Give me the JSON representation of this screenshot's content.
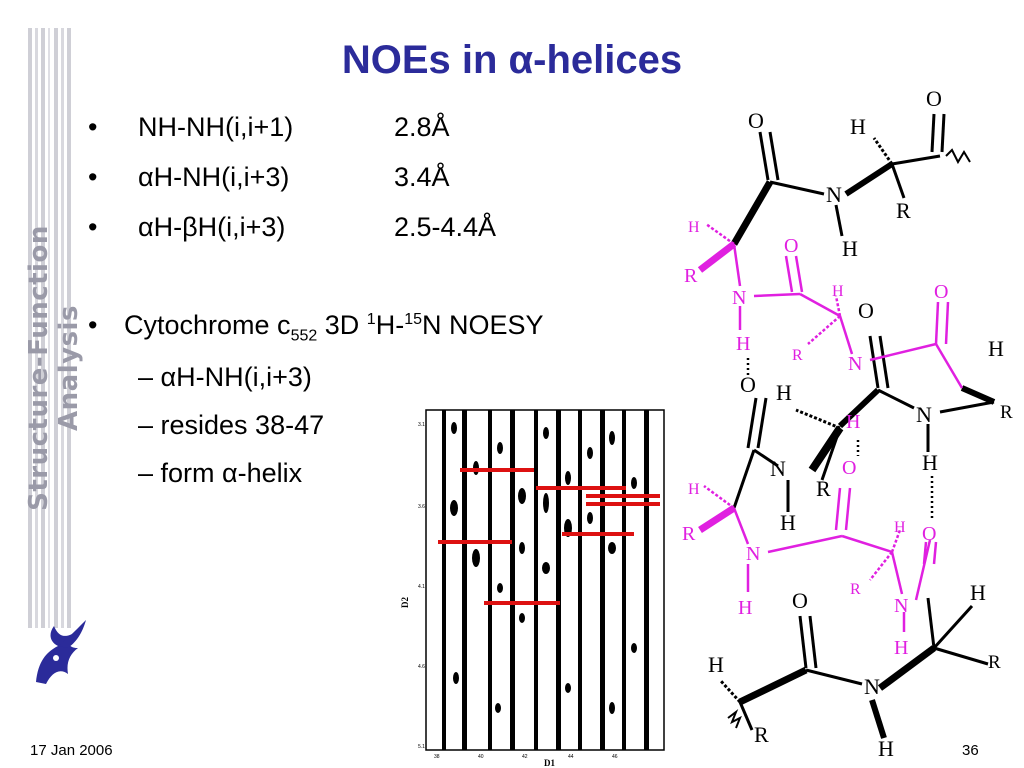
{
  "slide": {
    "side_title": "Structure-Function Analysis",
    "title": "NOEs in α-helices",
    "date": "17 Jan 2006",
    "page_number": "36"
  },
  "bullets": [
    {
      "label": "NH-NH(i,i+1)",
      "value": "2.8Å"
    },
    {
      "label": "αH-NH(i,i+3)",
      "value": "3.4Å"
    },
    {
      "label": "αH-βH(i,i+3)",
      "value": "2.5-4.4Å"
    }
  ],
  "cytochrome": {
    "prefix": "Cytochrome c",
    "subscript": "552",
    "mid": " 3D ",
    "sup1": "1",
    "mid2": "H-",
    "sup2": "15",
    "suffix": "N NOESY"
  },
  "sub_bullets": [
    "–  αH-NH(i,i+3)",
    "– resides 38-47",
    "– form α-helix"
  ],
  "spectrum": {
    "x_axis_label": "D1",
    "y_axis_label": "D2",
    "y_ticks": [
      "3.1",
      "3.6",
      "4.1",
      "4.6",
      "5.1"
    ],
    "x_ticks": [
      "38",
      "40",
      "42",
      "44",
      "46"
    ]
  },
  "molecule_labels": {
    "oxygen": "O",
    "hydrogen": "H",
    "nitrogen": "N",
    "residue": "R"
  },
  "colors": {
    "title": "#2b2b9a",
    "side_title": "#9a9aa8",
    "magenta": "#e020e0",
    "red_line": "#dd1111"
  }
}
